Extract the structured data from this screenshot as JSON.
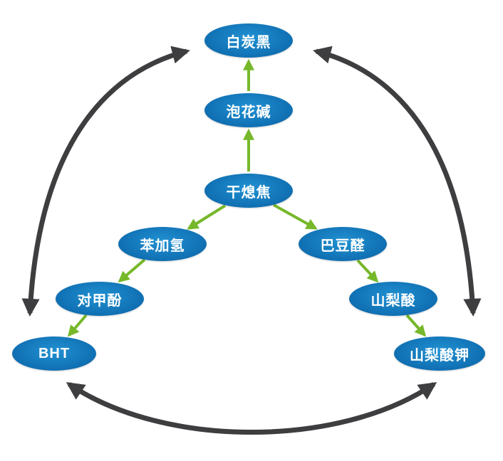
{
  "diagram": {
    "title": "dry-quenched-coke product chain diagram",
    "colors": {
      "node_fill": "#1173b6",
      "node_text": "#ffffff",
      "chain_arrow": "#76b82a",
      "cycle_arrow": "#3e3e40",
      "background": "#ffffff"
    }
  },
  "nodes": [
    {
      "id": "baitanhei",
      "label": "白炭黑"
    },
    {
      "id": "paohuajian",
      "label": "泡花碱"
    },
    {
      "id": "ganxijiao",
      "label": "干熄焦"
    },
    {
      "id": "benjiaqing",
      "label": "苯加氢"
    },
    {
      "id": "badouquan",
      "label": "巴豆醛"
    },
    {
      "id": "duijiafen",
      "label": "对甲酚"
    },
    {
      "id": "shanlisuan",
      "label": "山梨酸"
    },
    {
      "id": "bht",
      "label": "BHT"
    },
    {
      "id": "shanlisuanjia",
      "label": "山梨酸钾"
    }
  ],
  "edges": [
    {
      "from": "干熄焦",
      "to": "泡花碱"
    },
    {
      "from": "泡花碱",
      "to": "白炭黑"
    },
    {
      "from": "干熄焦",
      "to": "苯加氢"
    },
    {
      "from": "苯加氢",
      "to": "对甲酚"
    },
    {
      "from": "对甲酚",
      "to": "BHT"
    },
    {
      "from": "干熄焦",
      "to": "巴豆醛"
    },
    {
      "from": "巴豆醛",
      "to": "山梨酸"
    },
    {
      "from": "山梨酸",
      "to": "山梨酸钾"
    }
  ],
  "cycle_edges": [
    {
      "between": [
        "白炭黑",
        "BHT"
      ],
      "bidirectional": true
    },
    {
      "between": [
        "白炭黑",
        "山梨酸钾"
      ],
      "bidirectional": true
    },
    {
      "between": [
        "BHT",
        "山梨酸钾"
      ],
      "bidirectional": true
    }
  ]
}
